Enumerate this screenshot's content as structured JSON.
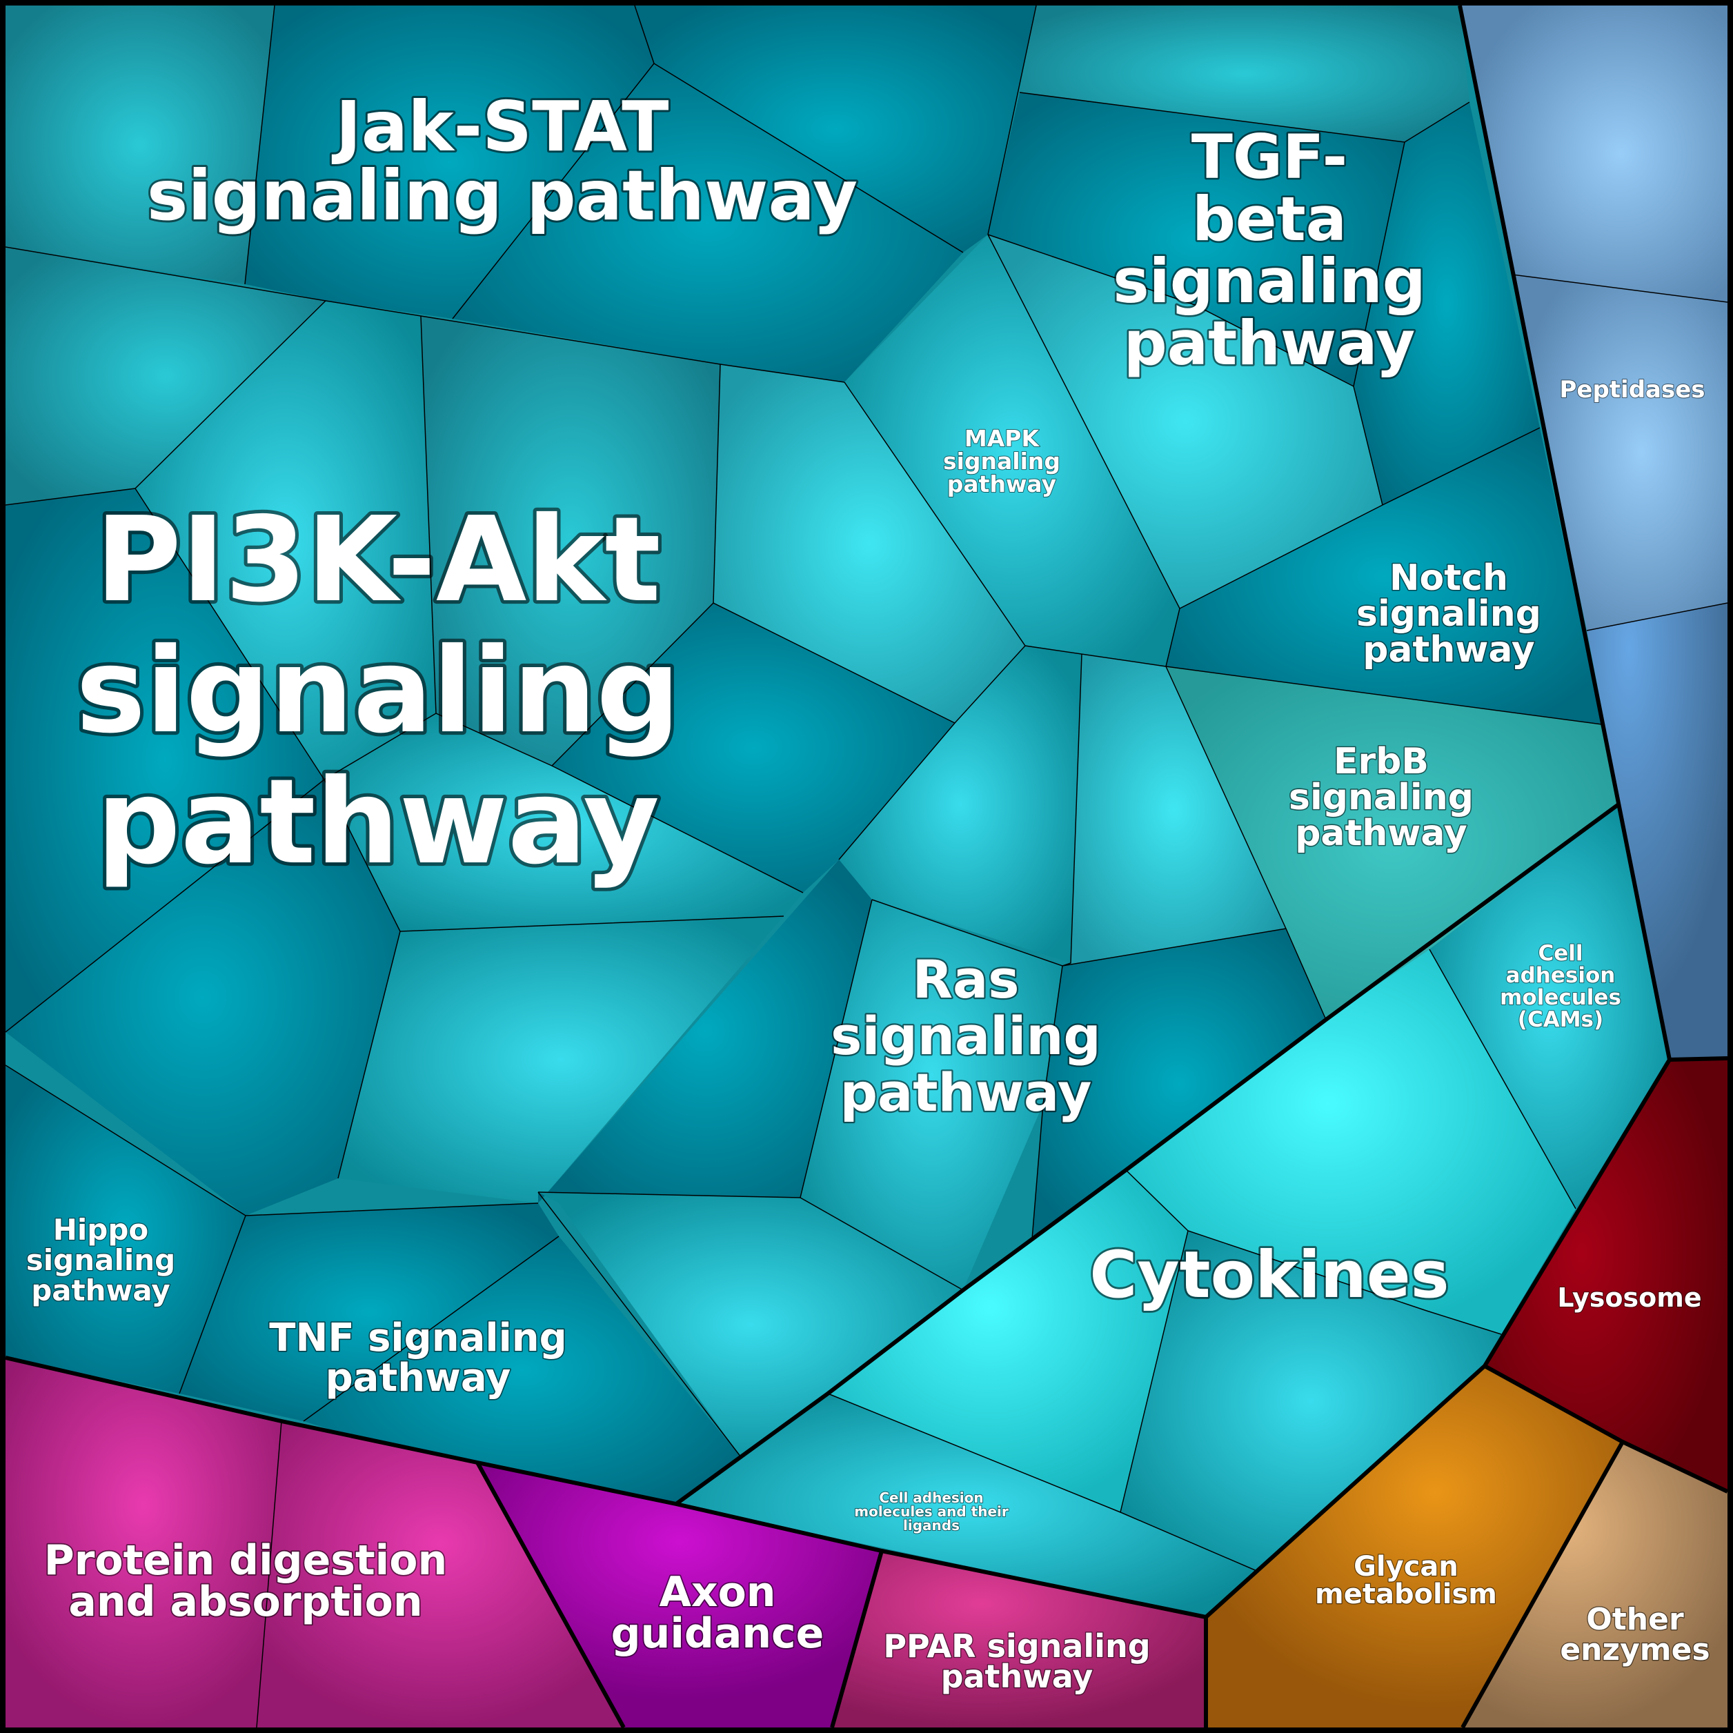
{
  "diagram": {
    "type": "voronoi-treemap",
    "groups": [
      {
        "name": "signaling",
        "color": "#0f8d9b"
      },
      {
        "name": "digestion",
        "color": "#a2197a"
      },
      {
        "name": "peptidases",
        "color": "#5b86b2"
      },
      {
        "name": "lysosome",
        "color": "#7a0010"
      },
      {
        "name": "glycan",
        "color": "#b66b0c"
      },
      {
        "name": "enzymes",
        "color": "#a8875f"
      }
    ],
    "labels": [
      {
        "id": "pi3k",
        "lines": [
          "PI3K-Akt",
          "signaling",
          "pathway"
        ]
      },
      {
        "id": "jak",
        "lines": [
          "Jak-STAT",
          "signaling pathway"
        ]
      },
      {
        "id": "tgf",
        "lines": [
          "TGF-",
          "beta",
          "signaling",
          "pathway"
        ]
      },
      {
        "id": "mapk",
        "lines": [
          "MAPK",
          "signaling",
          "pathway"
        ]
      },
      {
        "id": "notch",
        "lines": [
          "Notch",
          "signaling",
          "pathway"
        ]
      },
      {
        "id": "erbb",
        "lines": [
          "ErbB",
          "signaling",
          "pathway"
        ]
      },
      {
        "id": "ras",
        "lines": [
          "Ras",
          "signaling",
          "pathway"
        ]
      },
      {
        "id": "cams",
        "lines": [
          "Cell",
          "adhesion",
          "molecules",
          "(CAMs)"
        ]
      },
      {
        "id": "cytokines",
        "lines": [
          "Cytokines"
        ]
      },
      {
        "id": "hippo",
        "lines": [
          "Hippo",
          "signaling",
          "pathway"
        ]
      },
      {
        "id": "tnf",
        "lines": [
          "TNF signaling",
          "pathway"
        ]
      },
      {
        "id": "celladh",
        "lines": [
          "Cell adhesion",
          "molecules and their",
          "ligands"
        ]
      },
      {
        "id": "protein",
        "lines": [
          "Protein digestion",
          "and absorption"
        ]
      },
      {
        "id": "axon",
        "lines": [
          "Axon",
          "guidance"
        ]
      },
      {
        "id": "ppar",
        "lines": [
          "PPAR signaling",
          "pathway"
        ]
      },
      {
        "id": "peptidases",
        "lines": [
          "Peptidases"
        ]
      },
      {
        "id": "lysosome",
        "lines": [
          "Lysosome"
        ]
      },
      {
        "id": "glycan",
        "lines": [
          "Glycan",
          "metabolism"
        ]
      },
      {
        "id": "enzymes",
        "lines": [
          "Other",
          "enzymes"
        ]
      }
    ]
  }
}
